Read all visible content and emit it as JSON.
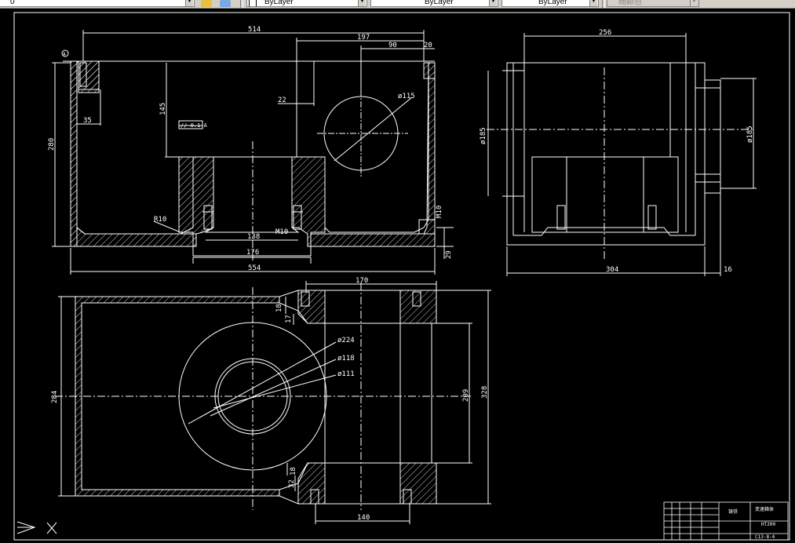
{
  "toolbar": {
    "layer_value": "0",
    "color_value": "ByLayer",
    "linetype_value": "ByLayer",
    "lineweight_value": "ByLayer",
    "plotstyle_value": "随颜色"
  },
  "drawing": {
    "front_view": {
      "d_514": "514",
      "d_197": "197",
      "d_90": "90",
      "d_20": "20",
      "d_22": "22",
      "d_115": "ø115",
      "d_145": "145",
      "d_35": "35",
      "d_280": "280",
      "d_R10": "R10",
      "d_M10_a": "M10",
      "d_M10_b": "M10",
      "d_138": "138",
      "d_176": "176",
      "d_554": "554",
      "d_29": "29",
      "tol_frame": "// 0.1 A",
      "datum": "A"
    },
    "side_view": {
      "d_256": "256",
      "d_185a": "ø185",
      "d_185b": "ø185",
      "d_304": "304",
      "d_16": "16"
    },
    "top_view": {
      "d_170": "170",
      "d_18a": "18",
      "d_17": "17",
      "d_224": "ø224",
      "d_118": "ø118",
      "d_111": "ø111",
      "d_284": "284",
      "d_209": "209",
      "d_328": "328",
      "d_18b": "18",
      "d_32": "32",
      "d_140": "140"
    },
    "title_block": {
      "name": "变速箱体",
      "material": "HT200",
      "drawing_no": "C13-8-4",
      "company": "铸铁"
    }
  }
}
